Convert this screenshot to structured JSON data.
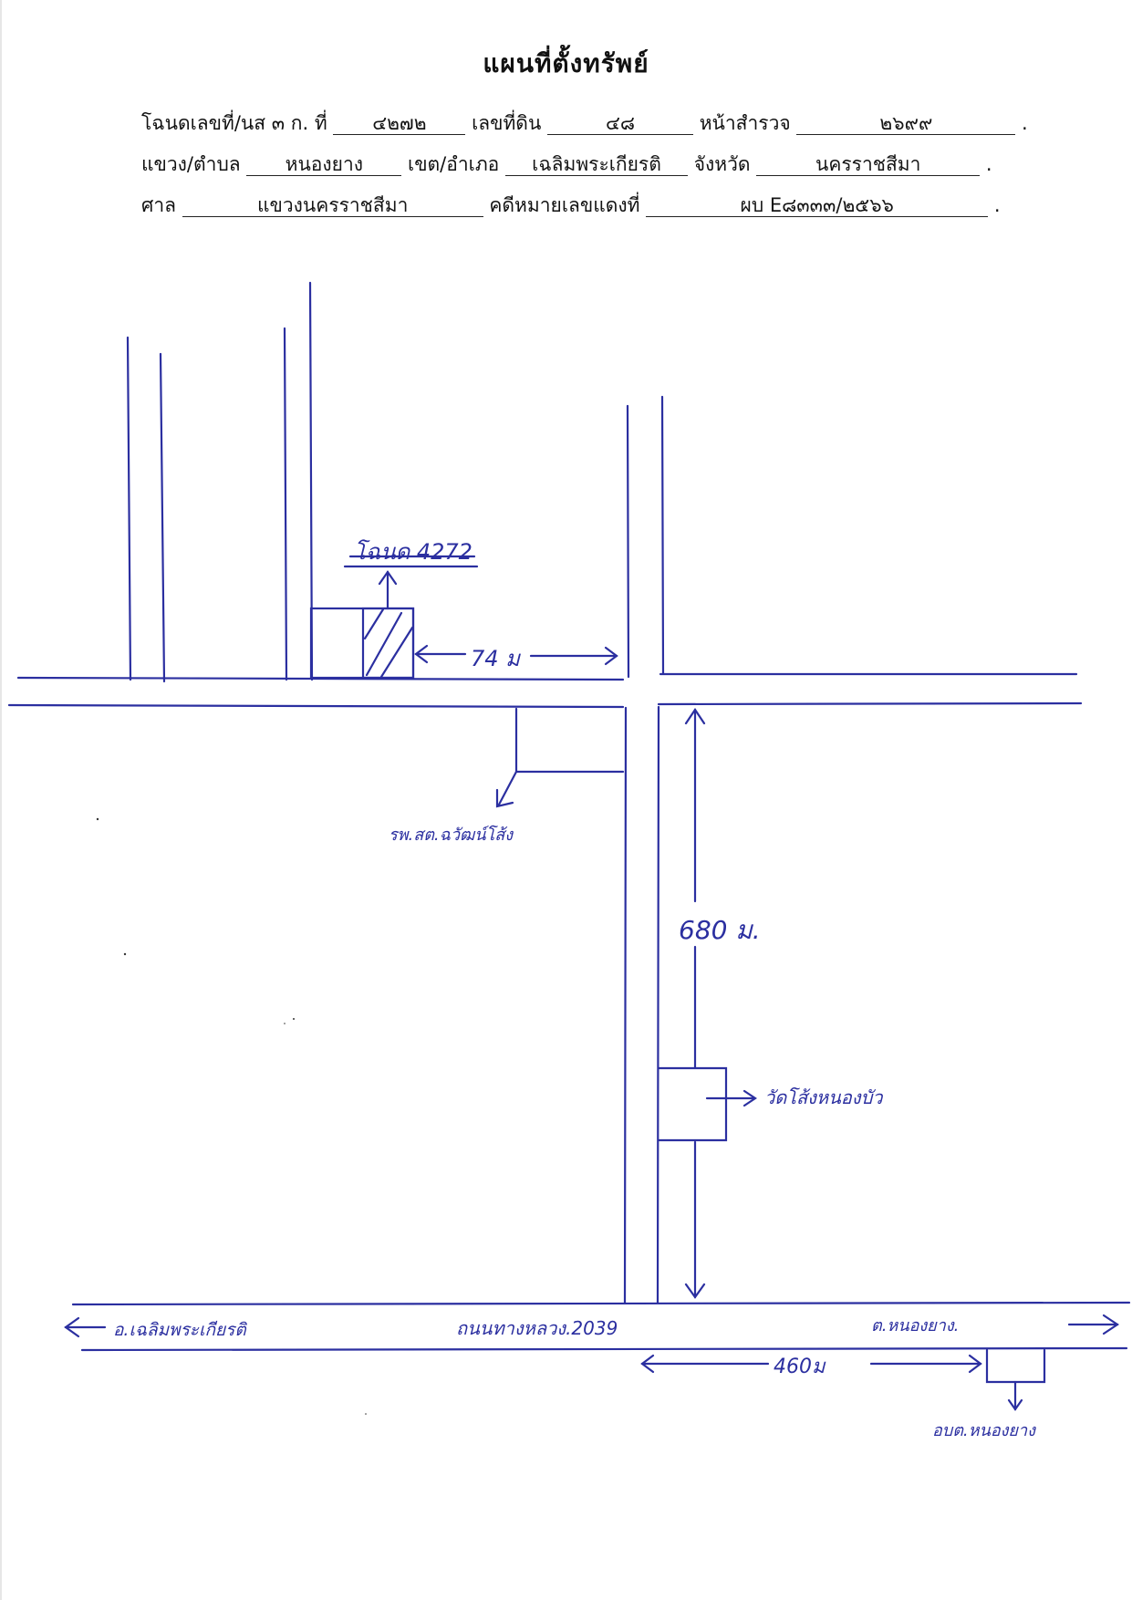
{
  "title": "แผนที่ตั้งทรัพย์",
  "header": {
    "row1": {
      "deed_label": "โฉนดเลขที่/นส ๓ ก. ที่",
      "deed_value": "๔๒๗๒",
      "land_no_label": "เลขที่ดิน",
      "land_no_value": "๔๘",
      "survey_page_label": "หน้าสำรวจ",
      "survey_page_value": "๒๖๙๙",
      "end": "."
    },
    "row2": {
      "subdistrict_label": "แขวง/ตำบล",
      "subdistrict_value": "หนองยาง",
      "district_label": "เขต/อำเภอ",
      "district_value": "เฉลิมพระเกียรติ",
      "province_label": "จังหวัด",
      "province_value": "นครราชสีมา",
      "end": "."
    },
    "row3": {
      "court_label": "ศาล",
      "court_value": "แขวงนครราชสีมา",
      "case_label": "คดีหมายเลขแดงที่",
      "case_value": "ผบ E๘๓๓๓/๒๕๖๖",
      "end": "."
    }
  },
  "map": {
    "deed_label": "โฉนด 4272",
    "distance_74": "74 ม",
    "hospital_label": "รพ.สต.ฉวัฒน์โส้ง",
    "distance_680": "680 ม.",
    "temple_label": "วัดโส้งหนองบัว",
    "left_direction": "อ.เฉลิมพระเกียรติ",
    "road_label": "ถนนทางหลวง.2039",
    "right_direction": "ต.หนองยาง.",
    "distance_460": "460ม",
    "sao_label": "อบต.หนองยาง",
    "ink_color": "#2b2fa0"
  }
}
